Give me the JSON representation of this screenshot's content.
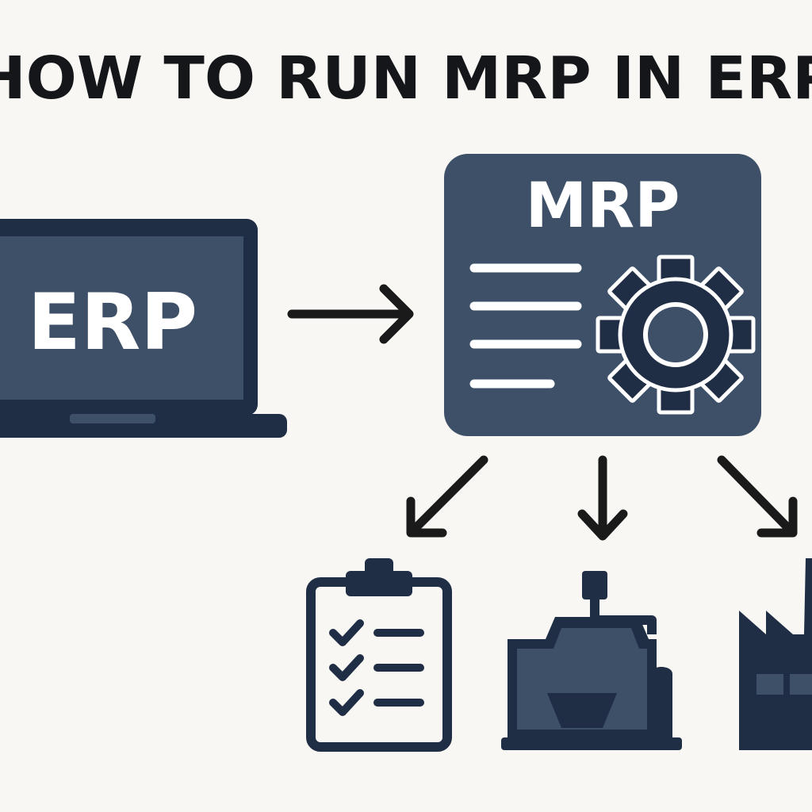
{
  "title": "HOW TO RUN MRP IN ERP",
  "erp_screen_label": "ERP",
  "mrp_panel_label": "MRP",
  "colors": {
    "background": "#f8f7f3",
    "navy_dark": "#1f2d45",
    "navy_mid": "#3d5068",
    "arrow": "#1a1a1a",
    "text_dark": "#14161a",
    "text_light": "#ffffff"
  },
  "icons": {
    "source": "laptop-icon",
    "process": "mrp-gear-document-icon",
    "outputs": [
      "clipboard-checklist-icon",
      "production-machine-icon",
      "factory-icon"
    ]
  }
}
